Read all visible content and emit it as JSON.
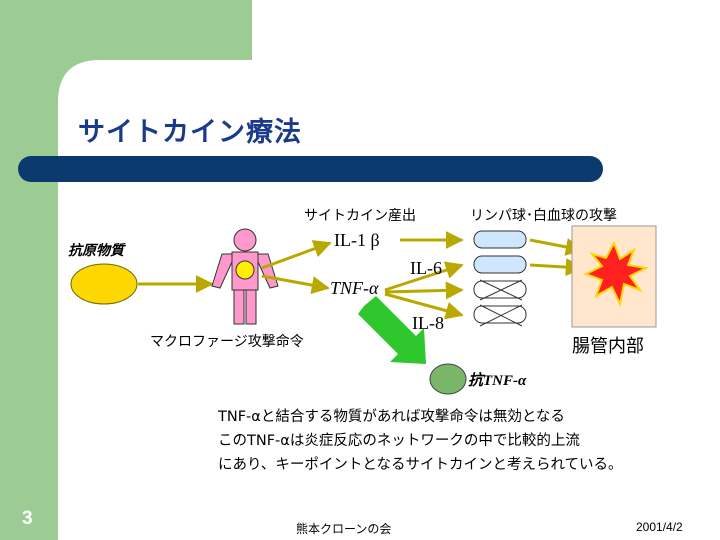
{
  "slide": {
    "number": "3",
    "title": "サイトカイン療法"
  },
  "diagram": {
    "antigen_label": "抗原物質",
    "macrophage_caption": "マクロファージ攻撃命令",
    "cytokine_production": "サイトカイン産出",
    "lymph_attack": "リンパ球･白血球の攻撃",
    "il1": "IL-1 β",
    "tnf": "TNF-α",
    "il6": "IL-6",
    "il8": "IL-8",
    "intestine": "腸管内部",
    "anti_tnf": "抗TNF-α"
  },
  "description": {
    "line1": "TNF-αと結合する物質があれば攻撃命令は無効となる",
    "line2": "このTNF-αは炎症反応のネットワークの中で比較的上流",
    "line3": "にあり、キーポイントとなるサイトカインと考えられている。"
  },
  "footer": {
    "center": "熊本クローンの会",
    "date": "2001/4/2"
  },
  "colors": {
    "sidebar_green": "#9ccc94",
    "title_bar_navy": "#0a3a6e",
    "title_text": "#1a3a8c",
    "antigen_yellow": "#ffd700",
    "macrophage_pink": "#ff99cc",
    "arrow_olive": "#b8a800",
    "green_arrow": "#2ec82e",
    "anti_tnf_green": "#7ab66a",
    "cell_light_blue": "#cfe6ff",
    "explosion_red": "#ff2020"
  }
}
